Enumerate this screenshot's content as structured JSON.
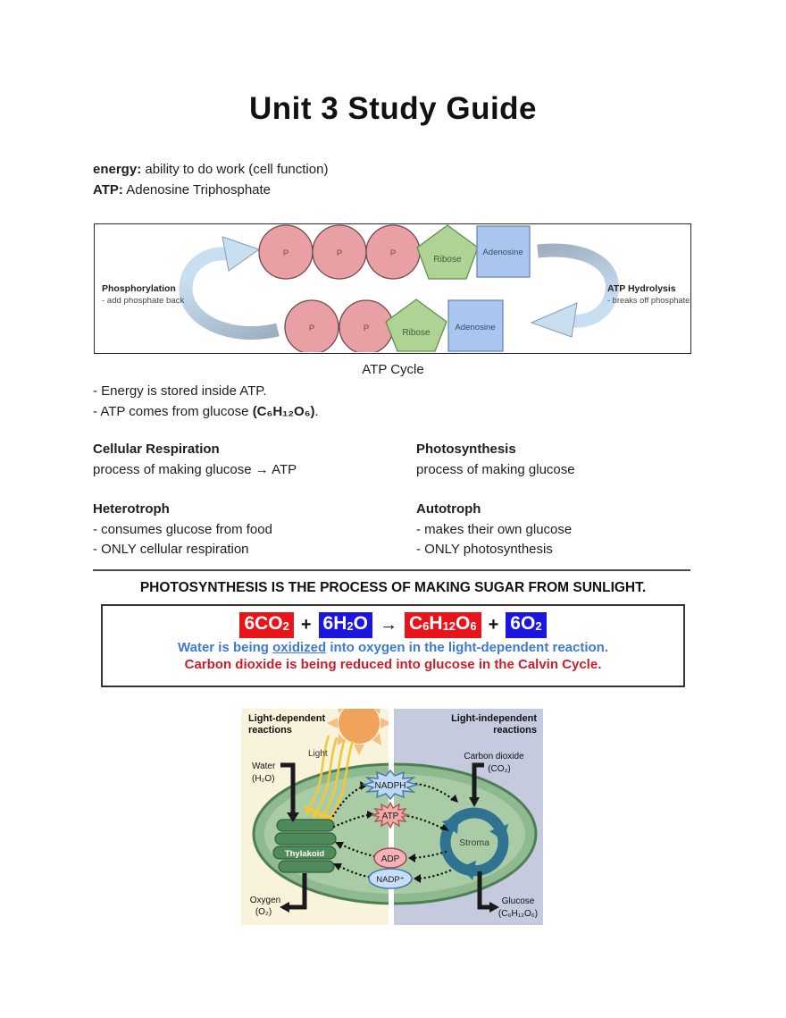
{
  "title": "Unit 3 Study Guide",
  "definitions": [
    {
      "term": "energy:",
      "rest": " ability to do work (cell function)"
    },
    {
      "term": "ATP:",
      "rest": " Adenosine Triphosphate"
    }
  ],
  "atp_diagram": {
    "caption": "ATP Cycle",
    "phosphorylation_title": "Phosphorylation",
    "phosphorylation_sub": "- add phosphate back",
    "hydrolysis_title": "ATP Hydrolysis",
    "hydrolysis_sub": "- breaks off phosphate",
    "phosphate": "P",
    "ribose": "Ribose",
    "adenosine": "Adenosine"
  },
  "atp_notes": {
    "note1": "- Energy is stored inside ATP.",
    "note2_parts": [
      {
        "t": "- ATP comes from glucose "
      },
      {
        "t": "(C₆H₁₂O₆)",
        "b": true
      },
      {
        "t": "."
      }
    ]
  },
  "columns": {
    "left": [
      {
        "heading": "Cellular Respiration",
        "lines": [
          "process of making glucose → ATP"
        ]
      },
      {
        "heading": "Heterotroph",
        "lines": [
          "- consumes glucose from food",
          "- ONLY cellular respiration"
        ]
      }
    ],
    "right": [
      {
        "heading": "Photosynthesis",
        "lines": [
          "process of making glucose"
        ]
      },
      {
        "heading": "Autotroph",
        "lines": [
          "- makes their own glucose",
          "- ONLY photosynthesis"
        ]
      }
    ]
  },
  "photosynthesis": {
    "headline": "PHOTOSYNTHESIS IS THE PROCESS OF MAKING SUGAR FROM SUNLIGHT.",
    "equation_items": [
      {
        "chip": true,
        "bg": "#e81419",
        "parts": [
          {
            "t": "6CO"
          },
          {
            "t": "2",
            "sub": true
          }
        ]
      },
      {
        "op": "+"
      },
      {
        "chip": true,
        "bg": "#1a16df",
        "parts": [
          {
            "t": "6H"
          },
          {
            "t": "2",
            "sub": true
          },
          {
            "t": "O"
          }
        ]
      },
      {
        "op": "→"
      },
      {
        "chip": true,
        "bg": "#e81419",
        "parts": [
          {
            "t": "C"
          },
          {
            "t": "6",
            "sub": true
          },
          {
            "t": "H"
          },
          {
            "t": "12",
            "sub": true
          },
          {
            "t": "O"
          },
          {
            "t": "6",
            "sub": true
          }
        ]
      },
      {
        "op": "+"
      },
      {
        "chip": true,
        "bg": "#1a16df",
        "parts": [
          {
            "t": "6O"
          },
          {
            "t": "2",
            "sub": true
          }
        ]
      }
    ],
    "blue_parts": [
      {
        "t": "Water is being "
      },
      {
        "t": "oxidized",
        "u": true
      },
      {
        "t": " into oxygen in the light-dependent reaction."
      }
    ],
    "red_line": "Carbon dioxide is being reduced into glucose in the Calvin Cycle."
  },
  "photo_diagram": {
    "left_title_1": "Light-dependent",
    "left_title_2": "reactions",
    "right_title_1": "Light-independent",
    "right_title_2": "reactions",
    "light": "Light",
    "water_1": "Water",
    "water_2": "(H₂O)",
    "oxygen_1": "Oxygen",
    "oxygen_2": "(O₂)",
    "co2_1": "Carbon dioxide",
    "co2_2": "(CO₂)",
    "glucose_1": "Glucose",
    "glucose_2": "(C₆H₁₂O₆)",
    "thylakoid": "Thylakoid",
    "stroma": "Stroma",
    "nadph": "NADPH",
    "atp": "ATP",
    "adp": "ADP",
    "nadp": "NADP⁺"
  },
  "colors": {
    "phosphate_fill": "#e9a0a4",
    "phosphate_stroke": "#6e4a4e",
    "ribose_fill": "#afd295",
    "ribose_stroke": "#5f8f4f",
    "adenosine_fill": "#a8c6ee",
    "adenosine_stroke": "#6a88b8",
    "cycle_arrow_gray": "#9dafc0",
    "cycle_arrow_blue": "#c8dff2",
    "eq_red": "#e81419",
    "eq_blue": "#1a16df",
    "sentence_blue": "#3e79d6",
    "sentence_red": "#c9202a",
    "bg_light_dependent": "#faf3dc",
    "bg_light_independent": "#c6cadf",
    "chloroplast_outer": "#8fb98e",
    "chloroplast_inner": "#a9cca6",
    "thylakoid_green": "#4e8a5a",
    "calvin_cycle_teal": "#2f7391",
    "sun_orange": "#f0a45b",
    "light_ray_yellow": "#eec93f",
    "nadph_fill": "#bfd9f2",
    "atp_fill": "#f2a9a9",
    "adp_fill": "#f4b3b8",
    "nadp_fill": "#c6dff6"
  }
}
